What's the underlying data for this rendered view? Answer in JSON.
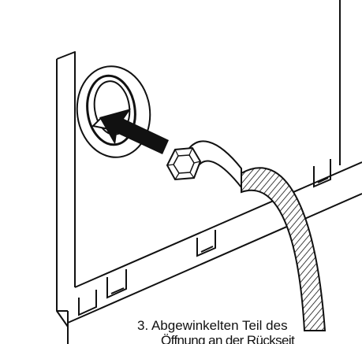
{
  "diagram": {
    "subject": "drain hose connection to washing machine back panel",
    "icons": [
      "hose-fitting-icon",
      "insertion-arrow-icon",
      "drain-opening-icon"
    ],
    "colors": {
      "ink": "#111111",
      "background": "#ffffff"
    }
  },
  "caption": {
    "line1": "3. Abgewinkelten Teil des",
    "line2": "Öffnung an der Rückseit"
  }
}
